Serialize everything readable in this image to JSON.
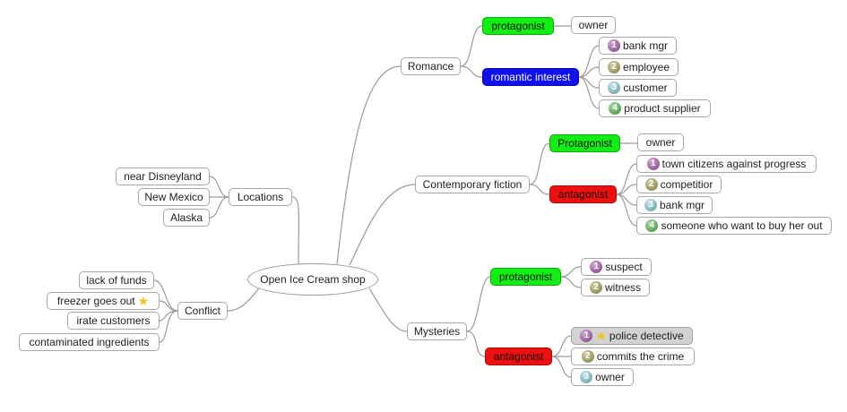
{
  "central": "Open Ice Cream shop",
  "romance": {
    "label": "Romance",
    "protagonist": "protagonist",
    "protagonist_child": "owner",
    "romantic_interest": "romantic interest",
    "interests": [
      "bank mgr",
      "employee",
      "customer",
      "product supplier"
    ]
  },
  "contemporary": {
    "label": "Contemporary fiction",
    "protagonist": "Protagonist",
    "protagonist_child": "owner",
    "antagonist": "antagonist",
    "antagonists": [
      "town citizens against progress",
      "competitior",
      "bank mgr",
      "someone who want to buy her out"
    ]
  },
  "locations": {
    "label": "Locations",
    "items": [
      "near Disneyland",
      "New Mexico",
      "Alaska"
    ]
  },
  "conflict": {
    "label": "Conflict",
    "items": [
      "lack of funds",
      "freezer goes out",
      "irate customers",
      "contaminated ingredients"
    ]
  },
  "mysteries": {
    "label": "Mysteries",
    "protagonist": "protagonist",
    "protagonists": [
      "suspect",
      "witness"
    ],
    "antagonist": "antagonist",
    "antagonists": [
      "police detective",
      "commits the crime",
      "owner"
    ]
  },
  "priorities": [
    "1",
    "2",
    "3",
    "4"
  ],
  "icons": {
    "priority": "priority-badge-icon",
    "star": "star-icon"
  },
  "colors": {
    "green": "#11ee11",
    "blue": "#1010ee",
    "red": "#ee1010",
    "gray": "#d2d2d2",
    "connector": "#9a9a9a"
  }
}
